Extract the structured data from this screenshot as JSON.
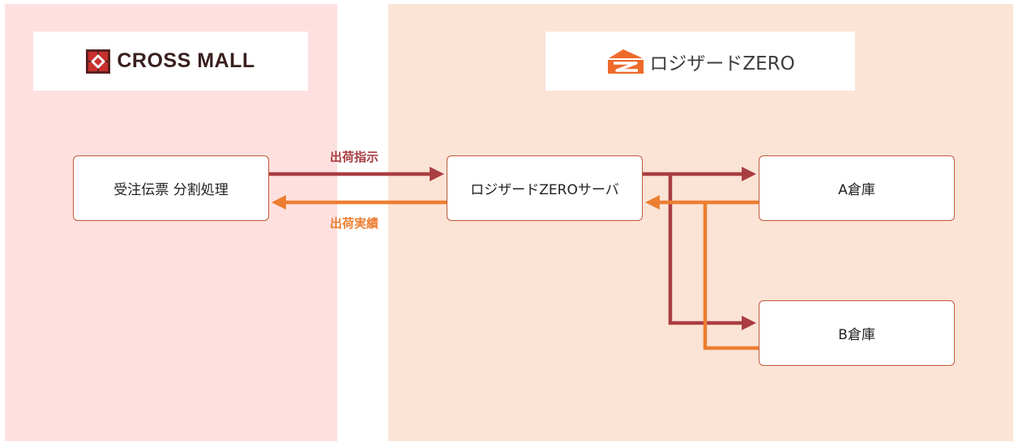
{
  "logos": {
    "left": "CROSS MALL",
    "right": "ロジザードZERO"
  },
  "nodes": {
    "order": "受注伝票 分割処理",
    "server": "ロジザードZEROサーバ",
    "warehouse_a": "A倉庫",
    "warehouse_b": "B倉庫"
  },
  "edges": {
    "ship_instruction": "出荷指示",
    "ship_result": "出荷実績"
  },
  "colors": {
    "left_panel": "#ffe0e0",
    "right_panel": "#fbe4d5",
    "instruction_arrow": "#a93d41",
    "result_arrow": "#ec7e31",
    "node_border": "#c0583a"
  }
}
